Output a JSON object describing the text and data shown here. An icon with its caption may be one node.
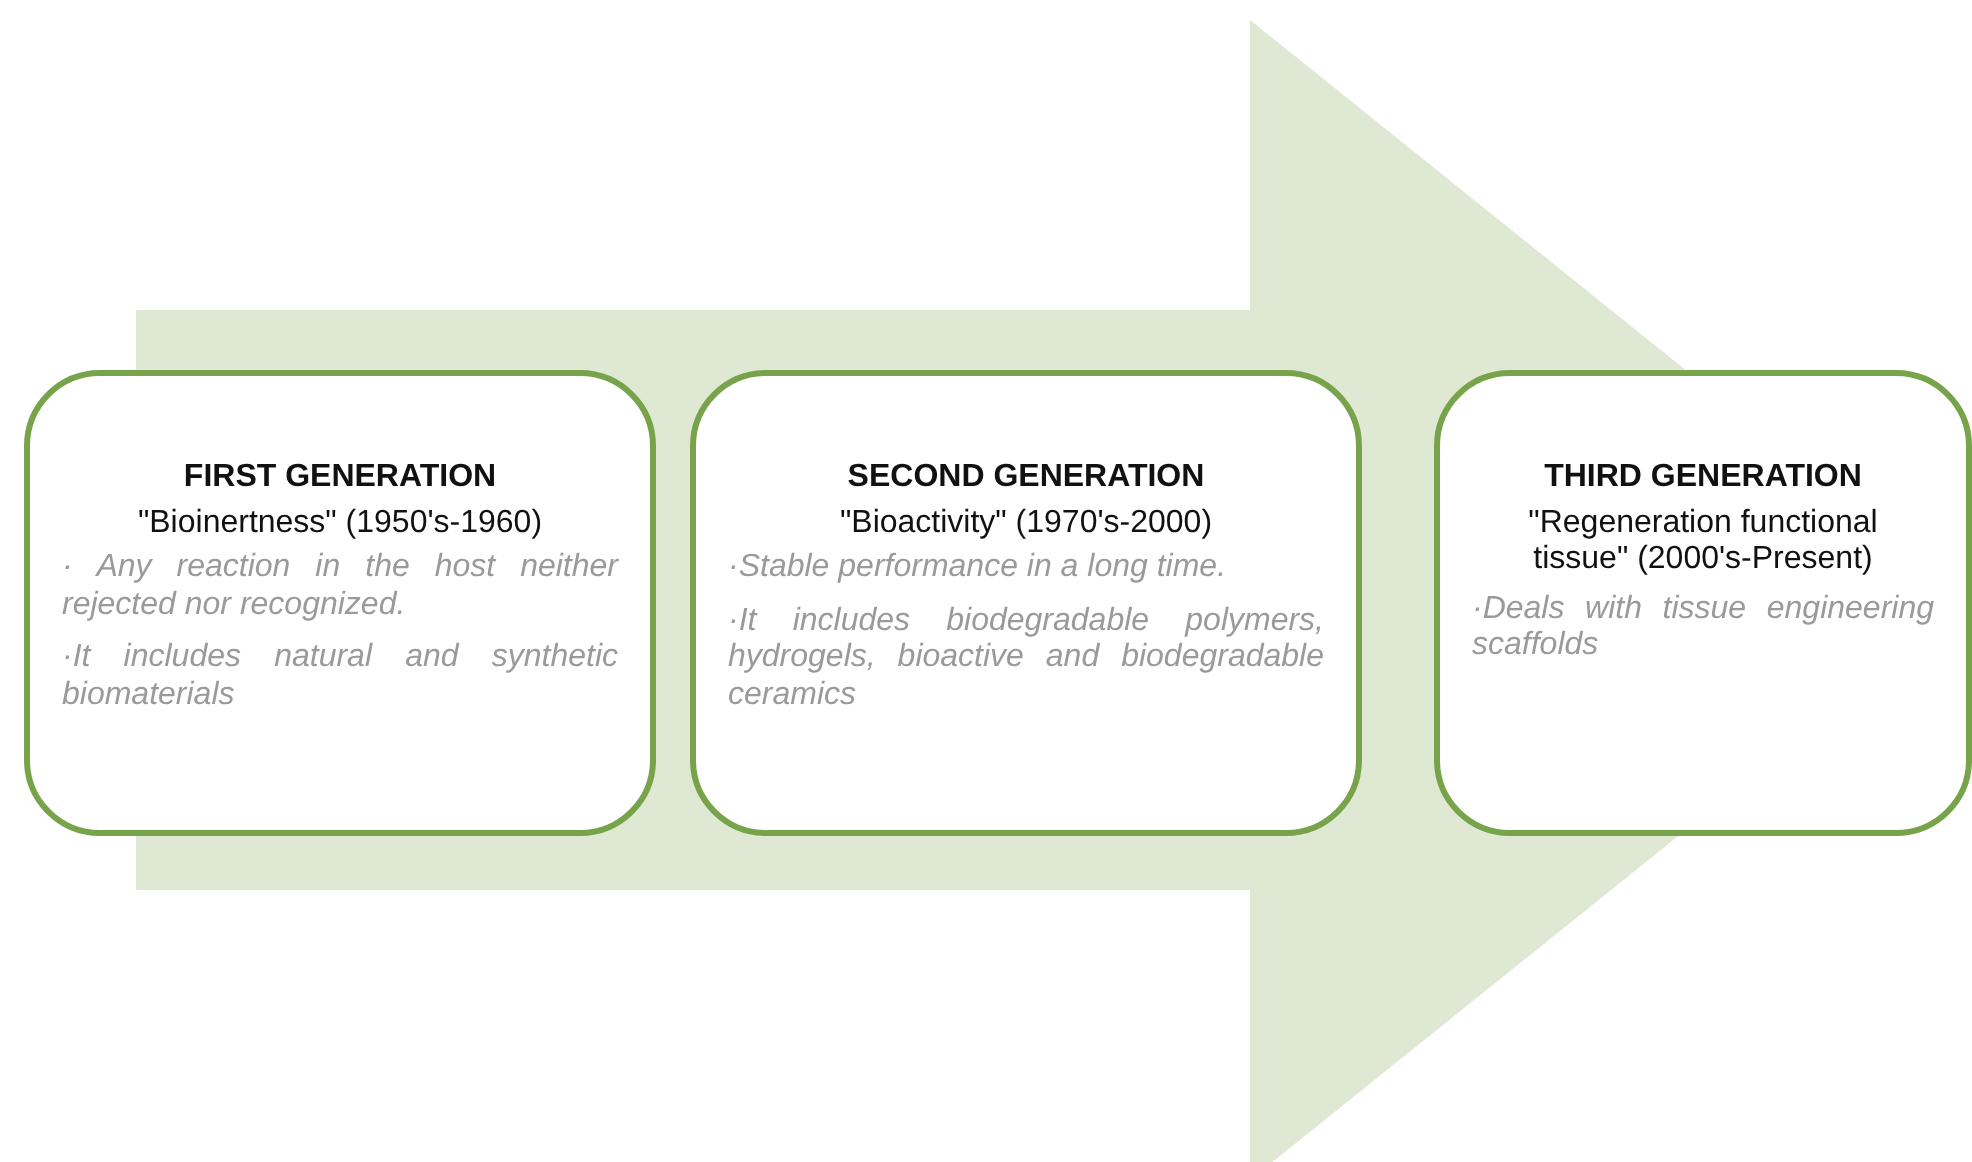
{
  "diagram": {
    "nodes": [
      {
        "text": [
          "FIRST GENERATION",
          "\"Bioinertness\" (1950's-1960)",
          "· Any reaction in the host neither rejected nor recognized.",
          "·It includes natural and synthetic biomaterials"
        ]
      },
      {
        "text": [
          "SECOND GENERATION",
          "\"Bioactivity\" (1970's-2000)",
          "·Stable performance in a long time.",
          "·It includes biodegradable polymers, hydrogels, bioactive and biodegradable ceramics"
        ]
      },
      {
        "text": [
          "THIRD GENERATION",
          "\"Regeneration functional tissue\" (2000's-Present)",
          "·Deals with tissue engineering scaffolds"
        ]
      }
    ],
    "edges": [
      {
        "from": 0,
        "to": 2,
        "arrow": "to"
      }
    ]
  }
}
